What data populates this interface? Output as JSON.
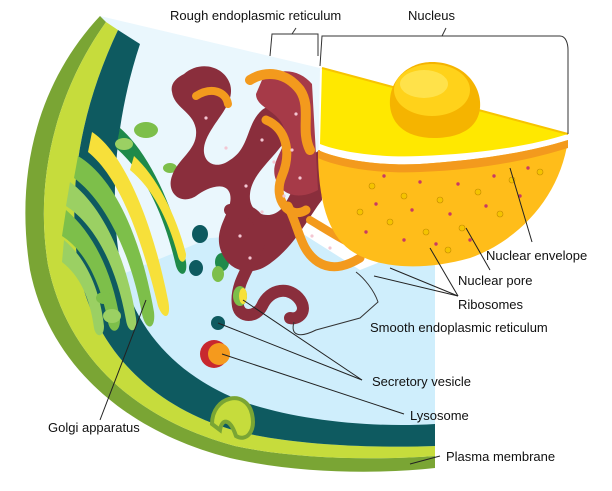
{
  "labels": {
    "rough_er": "Rough endoplasmic reticulum",
    "nucleus": "Nucleus",
    "nuclear_envelope": "Nuclear envelope",
    "nuclear_pore": "Nuclear pore",
    "ribosomes": "Ribosomes",
    "smooth_er": "Smooth endoplasmic reticulum",
    "secretory_vesicle": "Secretory vesicle",
    "lysosome": "Lysosome",
    "golgi_apparatus": "Golgi apparatus",
    "plasma_membrane": "Plasma membrane"
  },
  "colors": {
    "membrane_outer": "#7aa534",
    "membrane_inner": "#c6dc3c",
    "cytoplasm_dark": "#0e5a60",
    "cytoplasm_light": "#cfeefc",
    "cytoplasm_pale": "#eaf7fd",
    "nucleus_yellow": "#ffe800",
    "nucleolus": "#f5b400",
    "nuclear_body": "#ffbd1a",
    "envelope_orange": "#f39a1d",
    "rough_er": "#8a2e3c",
    "golgi_green": "#7dbf4a",
    "golgi_yellow": "#f7e03a",
    "lysosome_red": "#c8282e",
    "lysosome_orange": "#f59a1d"
  }
}
